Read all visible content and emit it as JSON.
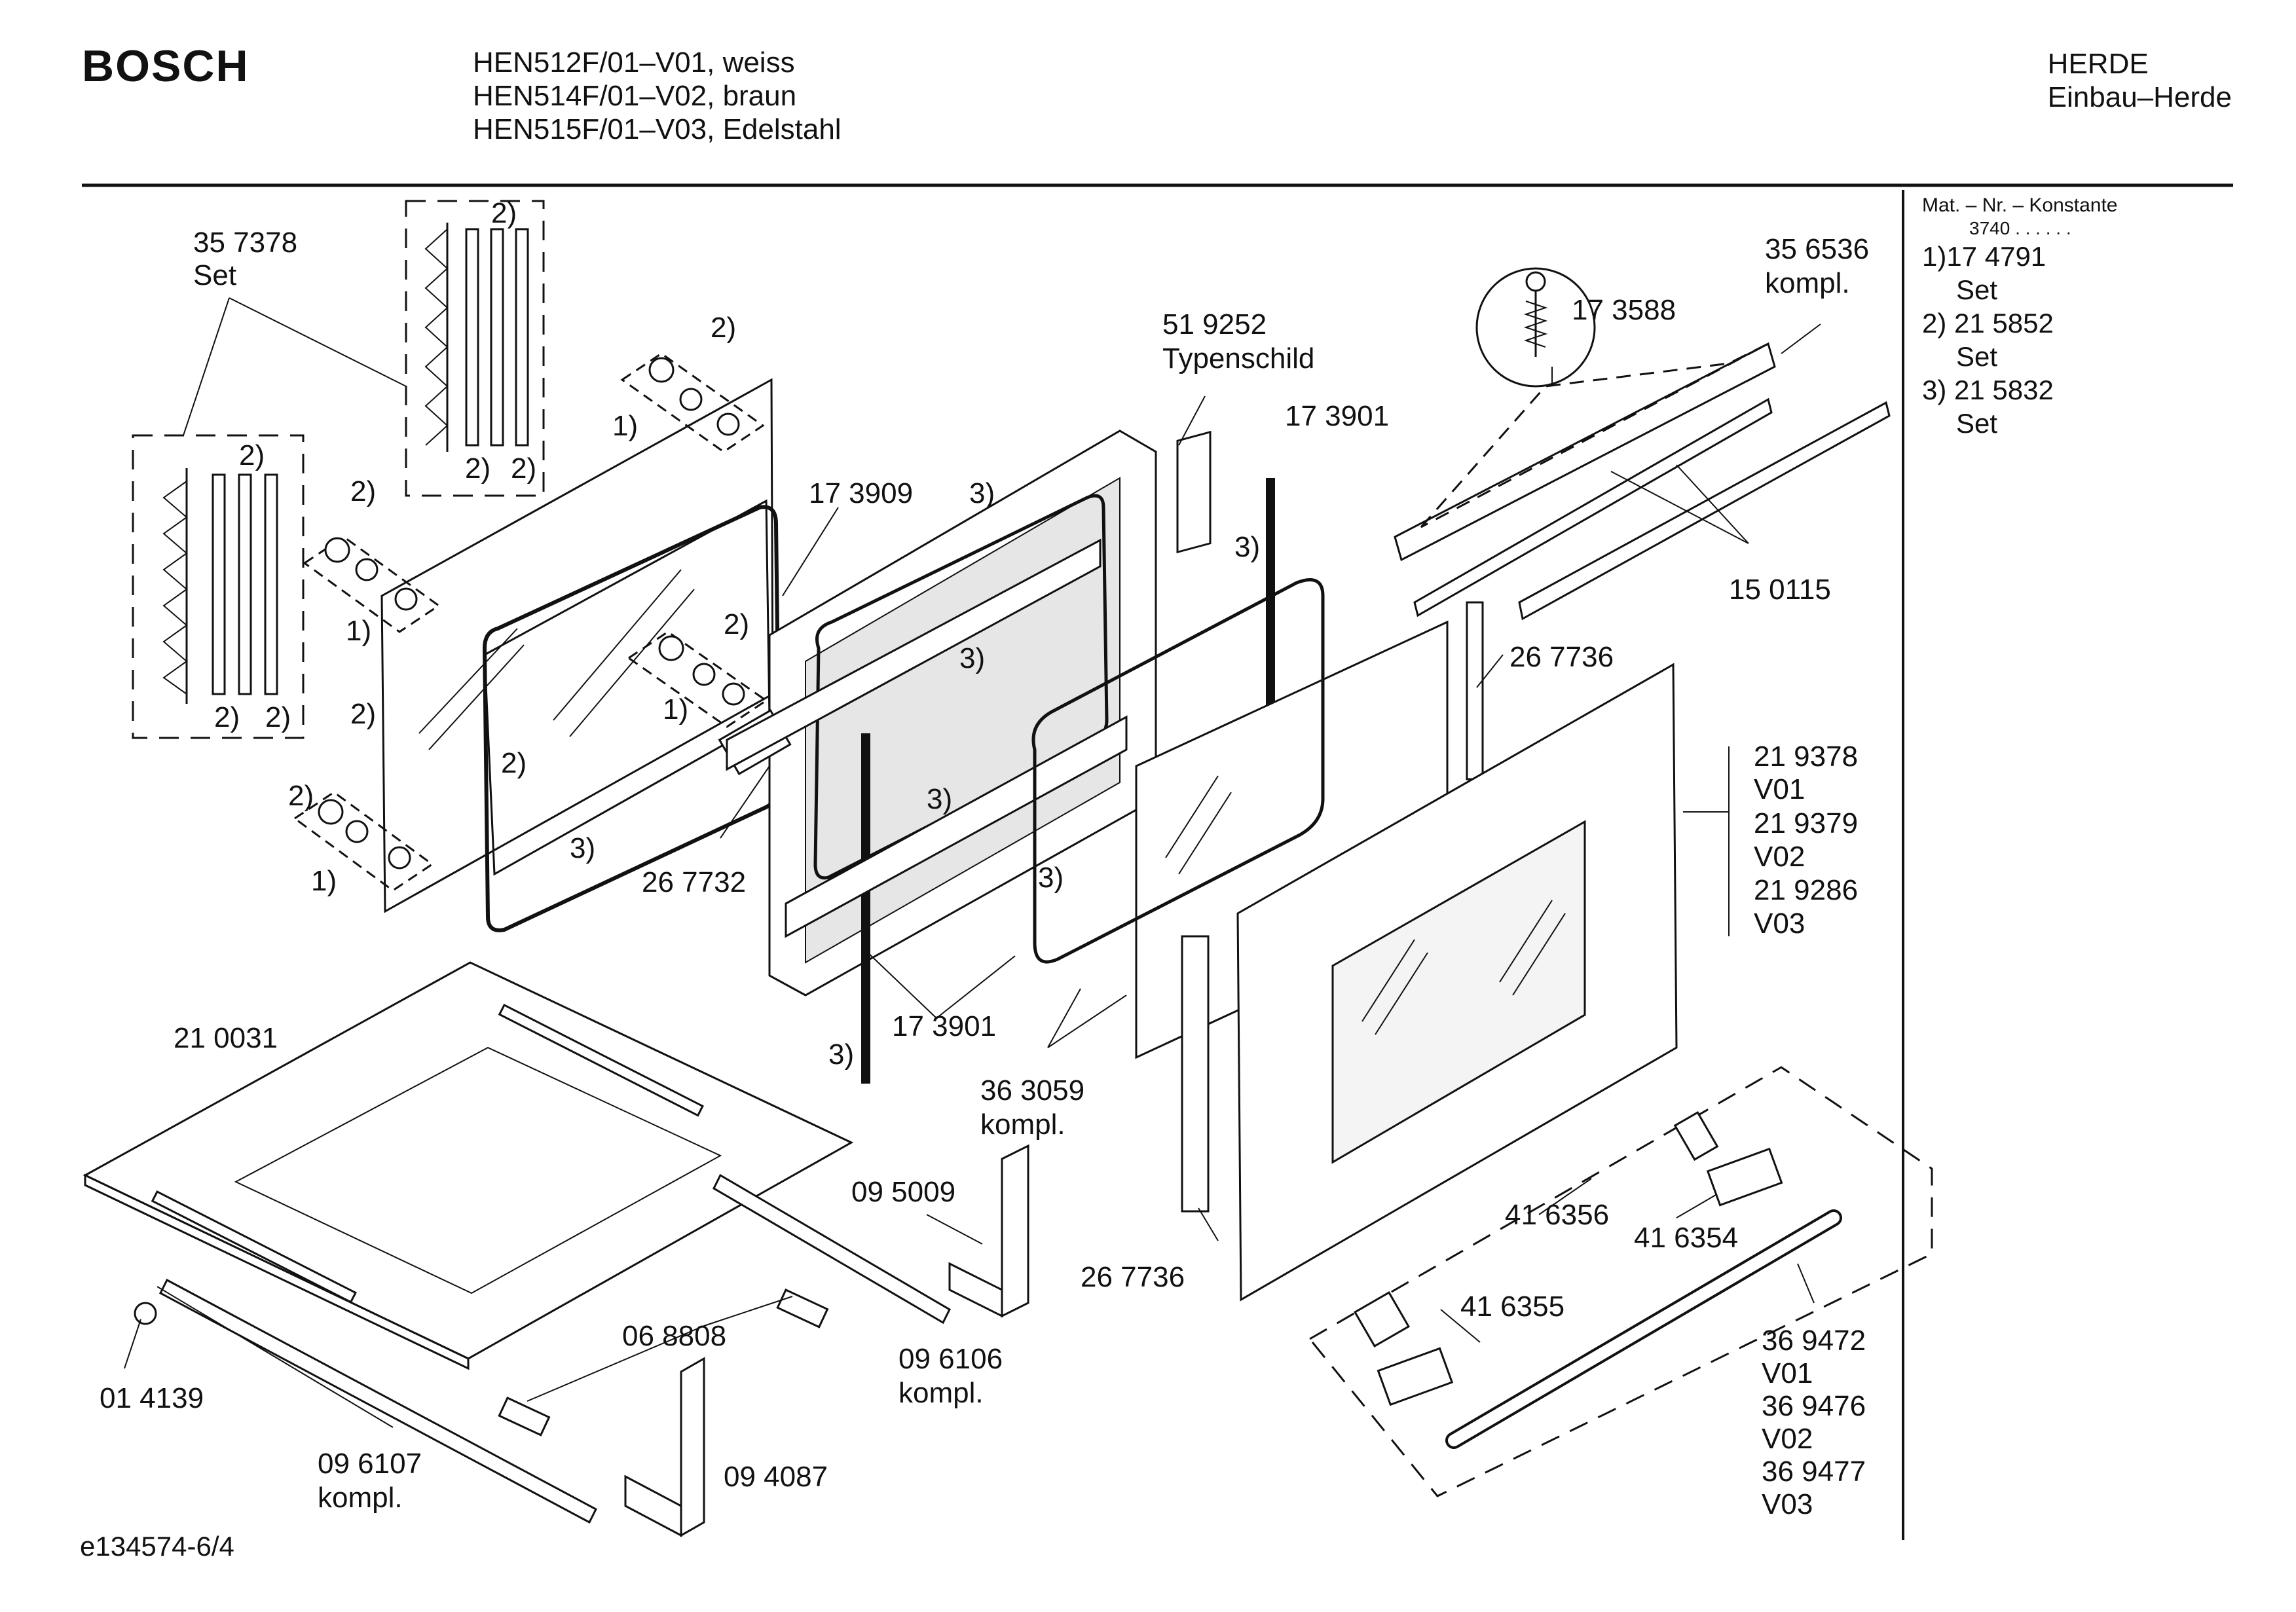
{
  "header": {
    "brand": "BOSCH",
    "models": [
      "HEN512F/01–V01, weiss",
      "HEN514F/01–V02, braun",
      "HEN515F/01–V03, Edelstahl"
    ],
    "category": "HERDE",
    "subcategory": "Einbau–Herde"
  },
  "sidebar": {
    "title": "Mat. – Nr. – Konstante",
    "constant": "3740 . .   . . . .",
    "items": [
      {
        "code": "1)17 4791",
        "label": "Set"
      },
      {
        "code": "2) 21 5852",
        "label": "Set"
      },
      {
        "code": "3) 21 5832",
        "label": "Set"
      }
    ]
  },
  "callouts": {
    "c357378": "35 7378",
    "c357378b": "Set",
    "c519252": "51 9252",
    "c519252b": "Typenschild",
    "c173588": "17 3588",
    "c356536": "35 6536",
    "c356536b": "kompl.",
    "c173909": "17 3909",
    "c173901a": "17 3901",
    "c150115": "15 0115",
    "c267736a": "26 7736",
    "c267732": "26 7732",
    "c219378": "21 9378",
    "c219378v": "V01",
    "c219379": "21 9379",
    "c219379v": "V02",
    "c219286": "21 9286",
    "c219286v": "V03",
    "c173901b": "17 3901",
    "c363059": "36 3059",
    "c363059b": "kompl.",
    "c210031": "21 0031",
    "c095009": "09 5009",
    "c416356": "41 6356",
    "c416354": "41 6354",
    "c416355": "41 6355",
    "c267736b": "26 7736",
    "c068808": "06 8808",
    "c096106": "09 6106",
    "c096106b": "kompl.",
    "c014139": "01 4139",
    "c096107": "09 6107",
    "c096107b": "kompl.",
    "c094087": "09 4087",
    "c369472": "36 9472",
    "c369472v": "V01",
    "c369476": "36 9476",
    "c369476v": "V02",
    "c369477": "36 9477",
    "c369477v": "V03",
    "m1": "1)",
    "m2": "2)",
    "m3": "3)"
  },
  "footer": {
    "doc_id": "e134574-6/4"
  }
}
